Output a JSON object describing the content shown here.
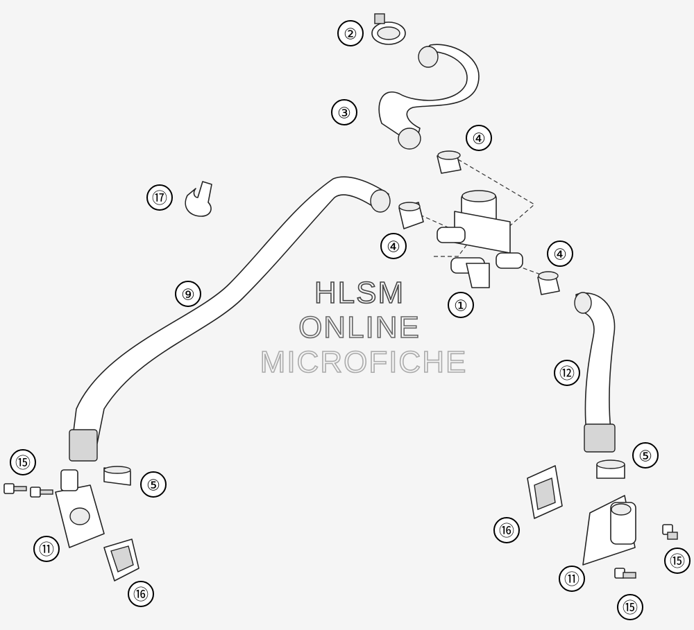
{
  "watermark": {
    "line1": "HLSM",
    "line2": "ONLINE",
    "line3": "MICROFICHE",
    "colors": [
      "#444444",
      "#666666",
      "#aaaaaa"
    ]
  },
  "callouts": {
    "c1": "①",
    "c2": "②",
    "c3": "③",
    "c4a": "④",
    "c4b": "④",
    "c4c": "④",
    "c5a": "⑤",
    "c5b": "⑤",
    "c9": "⑨",
    "c11a": "⑪",
    "c11b": "⑪",
    "c12": "⑫",
    "c15a": "⑮",
    "c15b": "⑮",
    "c15c": "⑮",
    "c16a": "⑯",
    "c16b": "⑯",
    "c17": "⑰"
  },
  "parts": [
    {
      "number": "1",
      "name": "valve-body"
    },
    {
      "number": "2",
      "name": "hose-clamp"
    },
    {
      "number": "3",
      "name": "hose"
    },
    {
      "number": "4",
      "name": "clamp-ring"
    },
    {
      "number": "5",
      "name": "clamp-ring"
    },
    {
      "number": "9",
      "name": "long-hose"
    },
    {
      "number": "11",
      "name": "reed-valve-cover"
    },
    {
      "number": "12",
      "name": "hose"
    },
    {
      "number": "15",
      "name": "bolt"
    },
    {
      "number": "16",
      "name": "reed-valve"
    },
    {
      "number": "17",
      "name": "hose-holder-clip"
    }
  ]
}
